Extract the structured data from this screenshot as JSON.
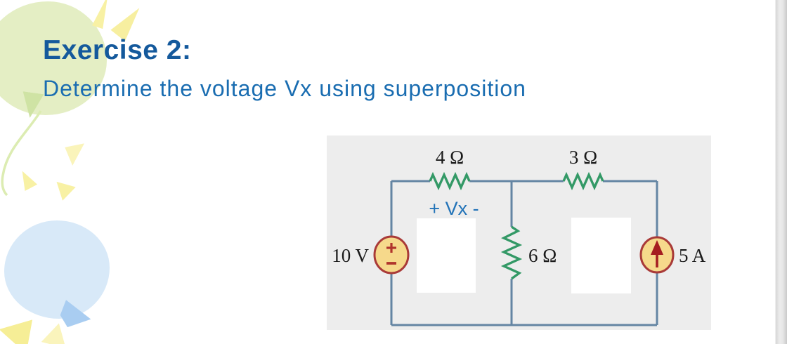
{
  "header": {
    "title": "Exercise 2:",
    "subtitle": "Determine the voltage Vx using superposition"
  },
  "circuit": {
    "labels": {
      "r_top_left": "4 Ω",
      "r_top_right": "3 Ω",
      "r_middle": "6 Ω",
      "voltage_source": "10 V",
      "current_source": "5 A",
      "vx": "+ Vx -"
    },
    "icons": {
      "voltage_source_symbol": "plus-minus-polarity",
      "current_source_symbol": "up-arrow"
    },
    "colors": {
      "panel_bg": "#ededed",
      "wire": "#6485a3",
      "resistor": "#339966",
      "source_fill": "#f6d98b",
      "source_border": "#a93a38",
      "symbol_red": "#b0352c",
      "label_text": "#1a1a1a",
      "vx_text": "#2273b8"
    }
  },
  "theme": {
    "title_color": "#14599c",
    "subtitle_color": "#1a6db1",
    "green_balloon": "#e4eec4",
    "blue_balloon": "#d8e9f8",
    "sparkle_yellow": "#f8f1a4"
  }
}
